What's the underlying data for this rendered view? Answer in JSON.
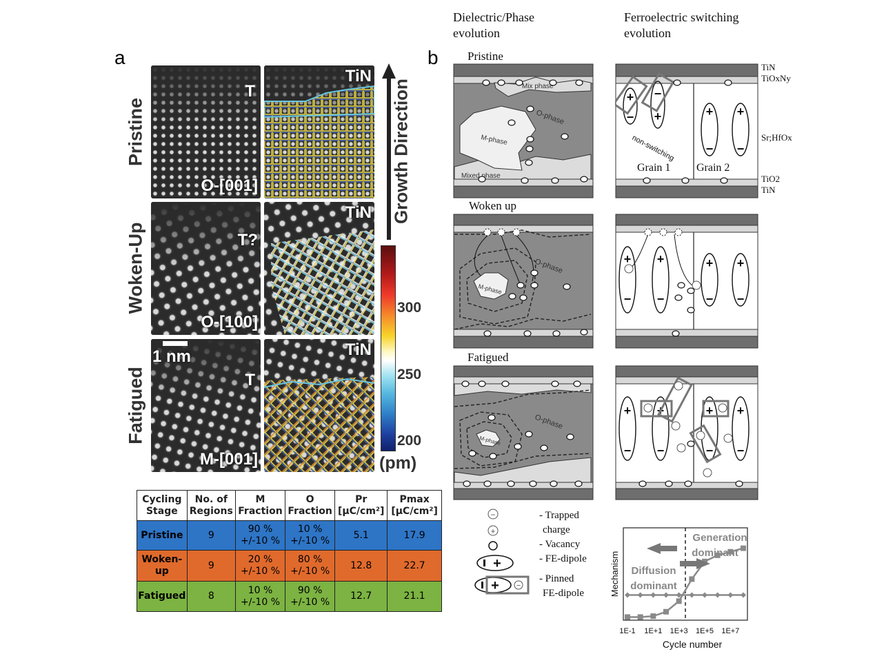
{
  "panel_a": {
    "letter": "a",
    "rows": [
      {
        "stage": "Pristine",
        "phase_label": "T",
        "orientation": "O-[001]",
        "electrode": "TiN"
      },
      {
        "stage": "Woken-Up",
        "phase_label": "T?",
        "orientation": "O-[100]",
        "electrode": "TiN"
      },
      {
        "stage": "Fatigued",
        "phase_label": "T",
        "orientation": "M-[001]",
        "electrode": "TiN"
      }
    ],
    "scale_bar": "1 nm",
    "arrow_label": "Growth Direction",
    "colorbar": {
      "ticks": [
        "300",
        "250",
        "200"
      ],
      "unit": "(pm)"
    },
    "table": {
      "headers": [
        "Cycling Stage",
        "No. of Regions",
        "M Fraction",
        "O Fraction",
        "Pr [µC/cm²]",
        "Pmax [µC/cm²]"
      ],
      "rows": [
        {
          "stage": "Pristine",
          "regions": "9",
          "m": "90 %",
          "m_err": "+/-10 %",
          "o": "10 %",
          "o_err": "+/-10 %",
          "pr": "5.1",
          "pmax": "17.9",
          "color": "#2e75c6"
        },
        {
          "stage": "Woken-up",
          "regions": "9",
          "m": "20 %",
          "m_err": "+/-10 %",
          "o": "80 %",
          "o_err": "+/-10 %",
          "pr": "12.8",
          "pmax": "22.7",
          "color": "#e06a2c"
        },
        {
          "stage": "Fatigued",
          "regions": "8",
          "m": "10 %",
          "m_err": "+/-10 %",
          "o": "90 %",
          "o_err": "+/-10 %",
          "pr": "12.7",
          "pmax": "21.1",
          "color": "#7cb342"
        }
      ]
    }
  },
  "panel_b": {
    "letter": "b",
    "col1_title_l1": "Dielectric/Phase",
    "col1_title_l2": "evolution",
    "col2_title_l1": "Ferroelectric switching",
    "col2_title_l2": "evolution",
    "stages": [
      "Pristine",
      "Woken up",
      "Fatigued"
    ],
    "layers": {
      "tin_top": "TiN",
      "tioxny": "TiOxNy",
      "srhfox": "Sr;HfOx",
      "tio2": "TiO2",
      "tin_bottom": "TiN"
    },
    "labels": {
      "mix_phase": "Mix phase",
      "mixed_phase": "Mixed phase",
      "m_phase": "M-phase",
      "o_phase": "O-phase",
      "non_switching": "non-switching",
      "grain1": "Grain 1",
      "grain2": "Grain 2"
    },
    "legend": {
      "trapped_l1": "- Trapped",
      "trapped_l2": "charge",
      "vacancy": "- Vacancy",
      "dipole": "- FE-dipole",
      "pinned_l1": "- Pinned",
      "pinned_l2": "FE-dipole"
    },
    "mechanism_chart": {
      "ylabel": "Mechanism",
      "xlabel": "Cycle number",
      "ticks": [
        "1E-1",
        "1E+1",
        "1E+3",
        "1E+5",
        "1E+7"
      ],
      "generation_l1": "Generation",
      "generation_l2": "dominant",
      "diffusion_l1": "Diffusion",
      "diffusion_l2": "dominant"
    }
  },
  "chart_data": {
    "type": "line",
    "xlabel": "Cycle number",
    "ylabel": "Mechanism",
    "x": [
      "1E-1",
      "1E+0",
      "1E+1",
      "1E+2",
      "1E+3",
      "1E+4",
      "1E+5",
      "1E+6",
      "1E+7",
      "1E+8"
    ],
    "series": [
      {
        "values": [
          0.02,
          0.02,
          0.03,
          0.08,
          0.2,
          0.45,
          0.65,
          0.72,
          0.76,
          0.8
        ]
      },
      {
        "values": [
          0.27,
          0.27,
          0.27,
          0.27,
          0.27,
          0.27,
          0.27,
          0.27,
          0.27,
          0.27
        ]
      }
    ]
  }
}
